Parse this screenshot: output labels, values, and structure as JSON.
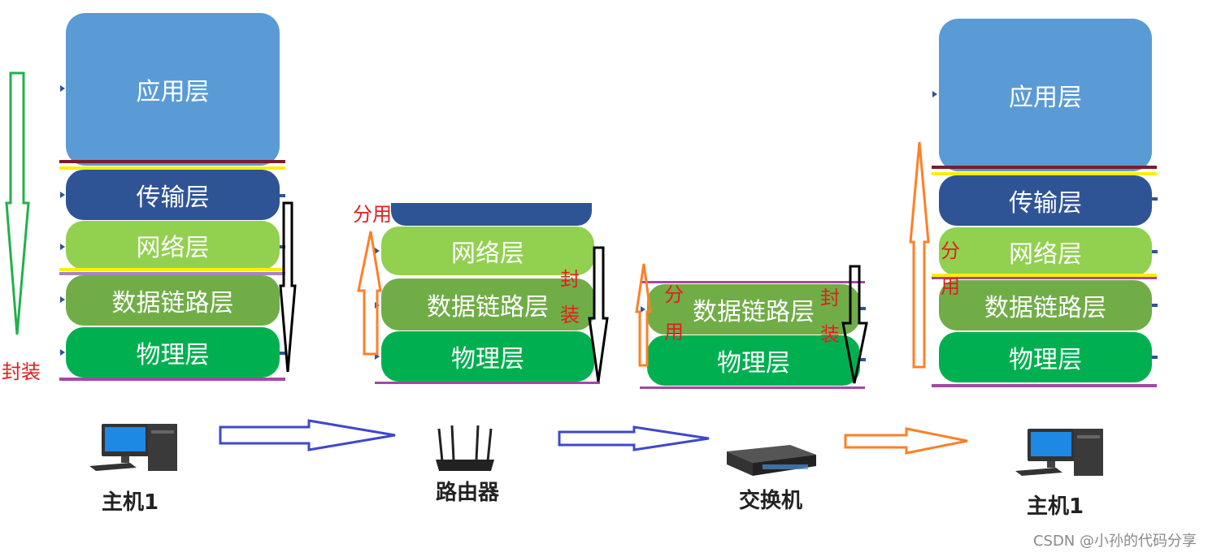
{
  "layers": {
    "application": "应用层",
    "transport": "传输层",
    "network": "网络层",
    "datalink": "数据链路层",
    "physical": "物理层"
  },
  "annotations": {
    "encapsulate": "封装",
    "demux": "分用",
    "encap_1": "封",
    "encap_2": "装",
    "demux_1": "分",
    "demux_2": "用"
  },
  "devices": {
    "host_left": "主机1",
    "router": "路由器",
    "switch": "交换机",
    "host_right": "主机1"
  },
  "watermark": "CSDN @小孙的代码分享"
}
